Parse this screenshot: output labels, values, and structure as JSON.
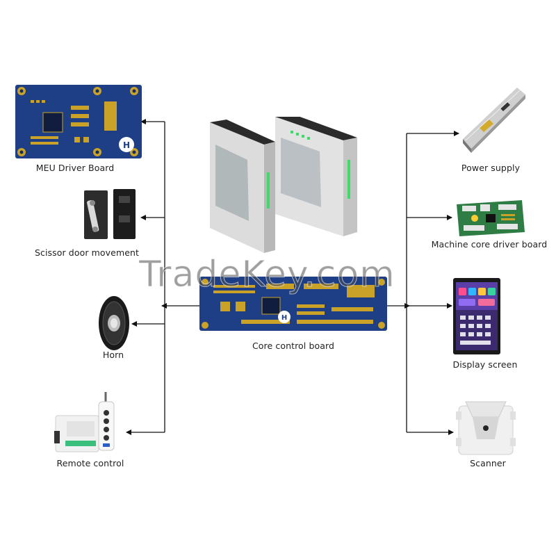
{
  "center": {
    "label": "Core control board"
  },
  "left_components": [
    {
      "label": "MEU Driver Board",
      "icon": "pcb-board-icon"
    },
    {
      "label": "Scissor door movement",
      "icon": "scissor-mechanism-icon"
    },
    {
      "label": "Horn",
      "icon": "speaker-icon"
    },
    {
      "label": "Remote control",
      "icon": "remote-control-icon"
    }
  ],
  "right_components": [
    {
      "label": "Power supply",
      "icon": "power-supply-icon"
    },
    {
      "label": "Machine core driver board",
      "icon": "pcb-board-icon"
    },
    {
      "label": "Display screen",
      "icon": "touch-display-icon"
    },
    {
      "label": "Scanner",
      "icon": "qr-scanner-icon"
    }
  ],
  "watermark": "TradeKey.com",
  "colors": {
    "pcb_blue": "#1e3f86",
    "pcb_green": "#2e7d45",
    "gold": "#c9a227",
    "wire": "#111111",
    "led": "#3ddc6a"
  }
}
